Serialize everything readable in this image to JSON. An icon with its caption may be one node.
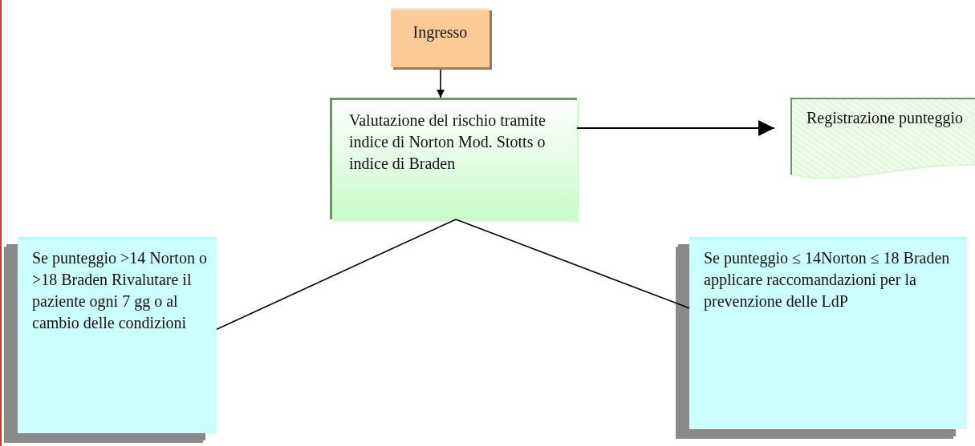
{
  "diagram": {
    "nodes": [
      {
        "text": [
          "Ingresso"
        ]
      },
      {
        "text": [
          "Valutazione del rischio tramite indice di Norton Mod. Stotts o indice di Braden"
        ]
      },
      {
        "text": [
          "Registrazione punteggio"
        ]
      },
      {
        "text": [
          "Se punteggio >14 Norton o >18 Braden Rivalutare il paziente ogni 7 gg o al cambio delle condizioni"
        ]
      },
      {
        "text": [
          "Se punteggio ≤ 14Norton ≤ 18 Braden applicare raccomandazioni per la prevenzione delle LdP"
        ]
      }
    ],
    "edges": [
      {
        "from": 0,
        "to": 1,
        "arrow": "to"
      },
      {
        "from": 1,
        "to": 2,
        "arrow": "to"
      },
      {
        "from": 1,
        "to": 3,
        "arrow": "none"
      },
      {
        "from": 1,
        "to": 4,
        "arrow": "none"
      }
    ]
  }
}
